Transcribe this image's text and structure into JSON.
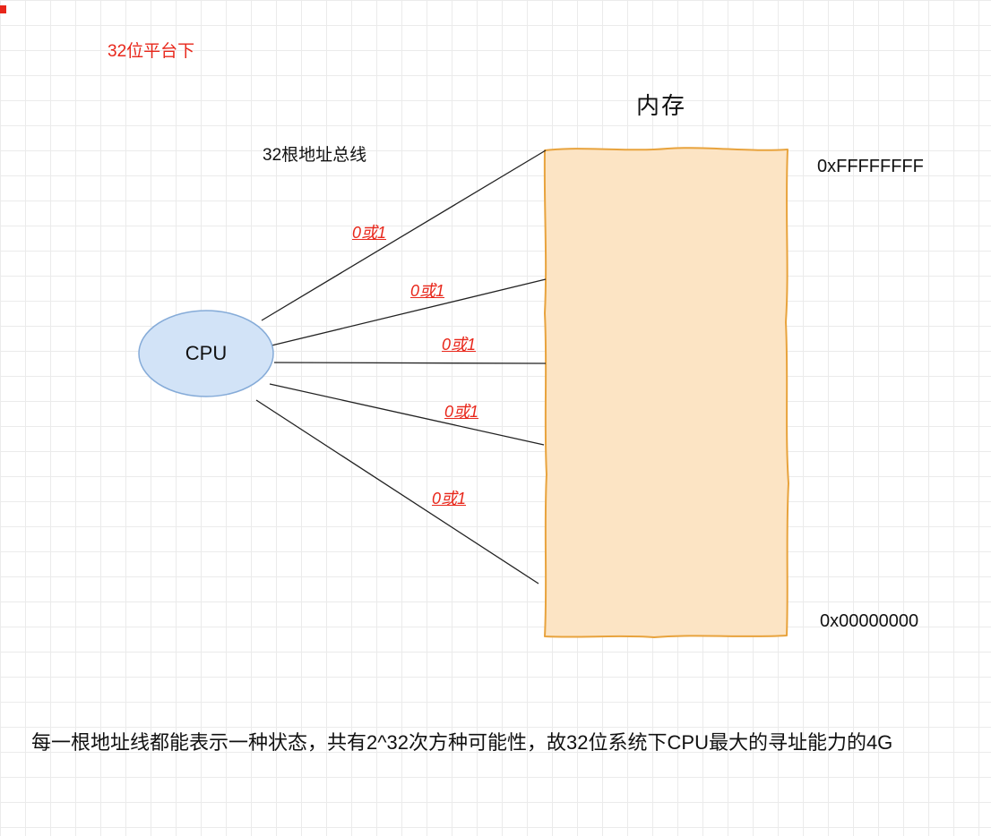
{
  "platform_label": "32位平台下",
  "memory": {
    "title": "内存",
    "address_top": "0xFFFFFFFF",
    "address_bottom": "0x00000000",
    "fill": "#fce4c4",
    "stroke": "#e8a33d"
  },
  "cpu": {
    "label": "CPU",
    "fill": "#d2e3f7",
    "stroke": "#85abd8"
  },
  "bus_label": "32根地址总线",
  "bus_lines": [
    {
      "label": "0或1"
    },
    {
      "label": "0或1"
    },
    {
      "label": "0或1"
    },
    {
      "label": "0或1"
    },
    {
      "label": "0或1"
    }
  ],
  "caption": "每一根地址线都能表示一种状态，共有2^32次方种可能性，故32位系统下CPU最大的寻址能力的4G",
  "colors": {
    "annotation_red": "#e8271b",
    "connector_black": "#222222",
    "grid": "#ebebeb"
  }
}
